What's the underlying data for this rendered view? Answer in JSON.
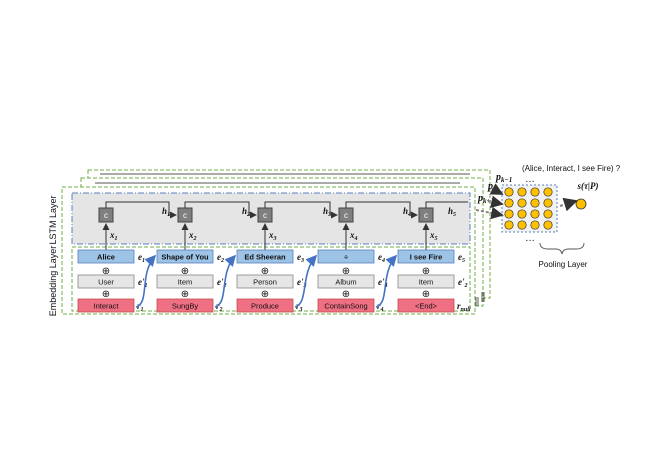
{
  "layers": {
    "lstm_label": "LSTM Layer",
    "embedding_label": "Embedding Layer",
    "pooling_label": "Pooling Layer"
  },
  "path_labels": [
    "p",
    "k−1",
    "p",
    "k",
    "p",
    "k+1"
  ],
  "query": "(Alice, Interact, I see Fire) ?",
  "score": "s(τ|P)",
  "dots_top": "…",
  "dots_bottom": "…",
  "cell_glyph": "c",
  "oplus": "⊕",
  "steps": [
    {
      "entity": "Alice",
      "type": "User",
      "relation": "Interact",
      "e": "e",
      "e_sub": "1",
      "t": "e'",
      "t_sub": "1",
      "r": "r",
      "r_sub": "1",
      "x": "x",
      "x_sub": "1",
      "h": "h",
      "h_sub": "1"
    },
    {
      "entity": "Shape of You",
      "type": "Item",
      "relation": "SungBy",
      "e": "e",
      "e_sub": "2",
      "t": "e'",
      "t_sub": "2",
      "r": "r",
      "r_sub": "2",
      "x": "x",
      "x_sub": "2",
      "h": "h",
      "h_sub": "2"
    },
    {
      "entity": "Ed Sheeran",
      "type": "Person",
      "relation": "Produce",
      "e": "e",
      "e_sub": "3",
      "t": "e'",
      "t_sub": "3",
      "r": "r",
      "r_sub": "3",
      "x": "x",
      "x_sub": "3",
      "h": "h",
      "h_sub": "3"
    },
    {
      "entity": "÷",
      "type": "Album",
      "relation": "ContainSong",
      "e": "e",
      "e_sub": "4",
      "t": "e'",
      "t_sub": "4",
      "r": "r",
      "r_sub": "4",
      "x": "x",
      "x_sub": "4",
      "h": "h",
      "h_sub": "4"
    },
    {
      "entity": "I see Fire",
      "type": "Item",
      "relation": "<End>",
      "e": "e",
      "e_sub": "5",
      "t": "e'",
      "t_sub": "2",
      "r": "r",
      "r_sub": "null",
      "x": "x",
      "x_sub": "5",
      "h": "h",
      "h_sub": "5"
    }
  ],
  "colors": {
    "entity_fill": "#9dc3e6",
    "type_fill": "#e7e6e6",
    "relation_fill": "#f07083",
    "cell_fill": "#7f7f7f",
    "lstm_bg": "#e5e5e5",
    "frame_green": "#70ad47",
    "frame_blue": "#5b7fbf",
    "pool_node": "#ffc000",
    "arrow_blue": "#4472c4"
  }
}
